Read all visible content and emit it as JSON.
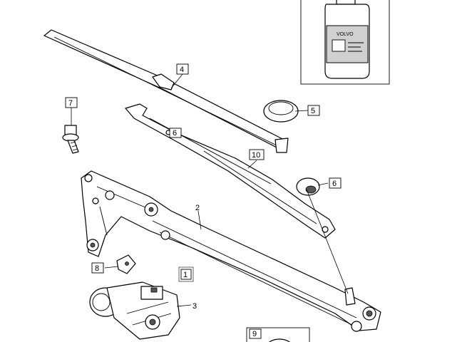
{
  "callouts": {
    "c1": "1",
    "c2": "2",
    "c3": "3",
    "c4": "4",
    "c5": "5",
    "c6a": "6",
    "c6b": "6",
    "c7": "7",
    "c8": "8",
    "c9": "9",
    "c10": "10"
  },
  "bottle": {
    "brand": "VOLVO"
  }
}
